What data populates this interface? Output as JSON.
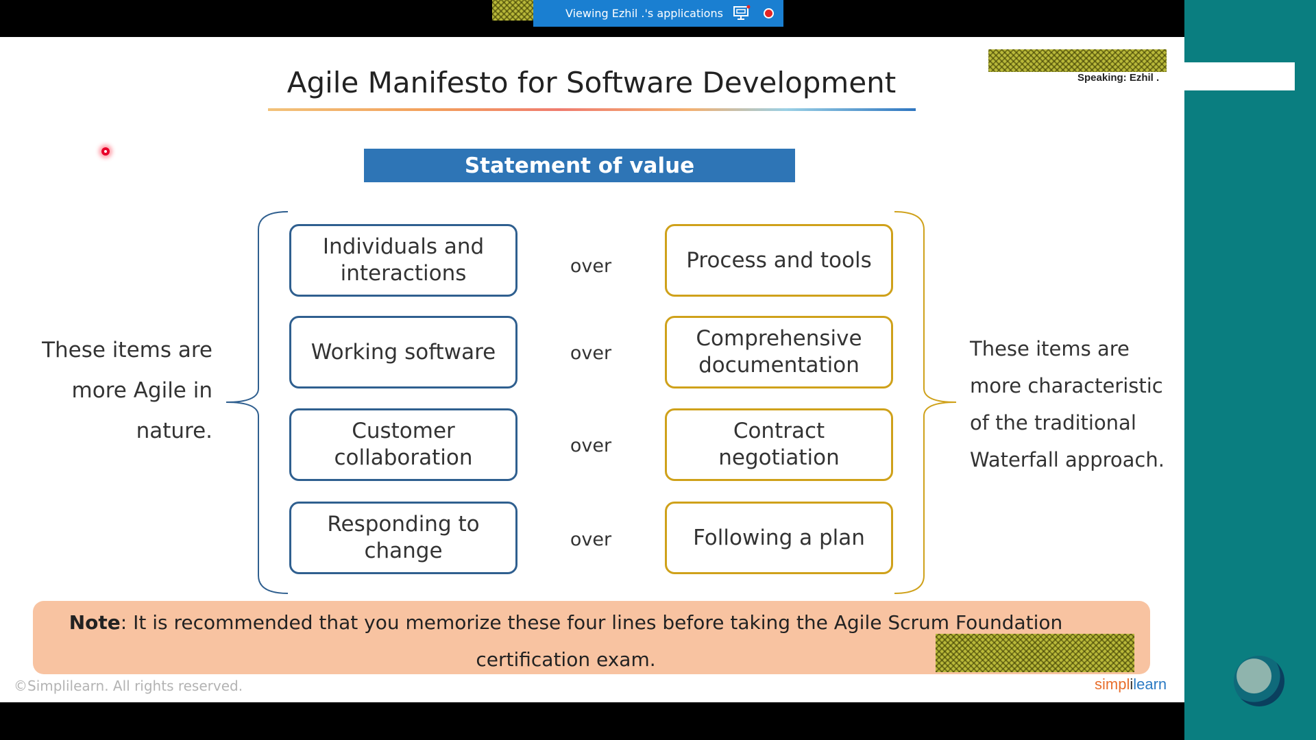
{
  "meeting": {
    "viewing_label": "Viewing Ezhil .'s applications",
    "speaking_label": "Speaking: Ezhil ."
  },
  "slide": {
    "title": "Agile Manifesto for Software Development",
    "banner": "Statement of value",
    "left_caption": [
      "These items are",
      "more Agile in",
      "nature."
    ],
    "right_caption": [
      "These items are",
      "more characteristic",
      "of the traditional",
      "Waterfall approach."
    ],
    "rows": [
      {
        "left": "Individuals and interactions",
        "over": "over",
        "right": "Process and tools"
      },
      {
        "left": "Working software",
        "over": "over",
        "right": "Comprehensive documentation"
      },
      {
        "left": "Customer collaboration",
        "over": "over",
        "right": "Contract negotiation"
      },
      {
        "left": "Responding to change",
        "over": "over",
        "right": "Following a plan"
      }
    ],
    "note_bold": "Note",
    "note_text": ": It is recommended that you memorize these four lines before taking the Agile Scrum Foundation certification exam.",
    "copyright": "©Simplilearn. All rights reserved.",
    "brand": {
      "part1": "simpl",
      "sep": "i",
      "part2": "learn"
    }
  },
  "icons": {
    "screen_share": "screen-share-icon",
    "recording": "recording-dot-icon"
  },
  "colors": {
    "banner": "#2e75b6",
    "left_box_border": "#2f5f8f",
    "right_box_border": "#cfa11a",
    "note_bg": "#f8c3a1",
    "side_panel": "#0a7e80"
  }
}
